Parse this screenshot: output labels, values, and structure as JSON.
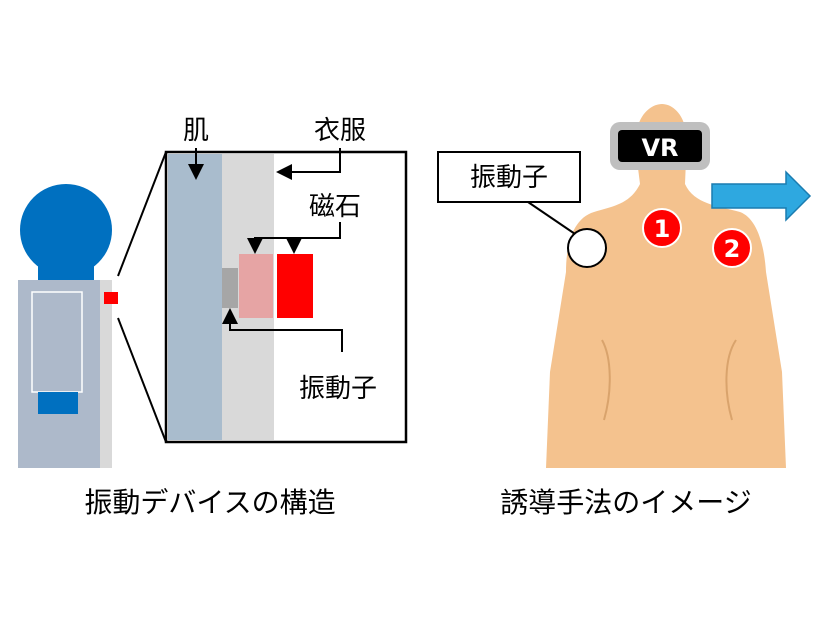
{
  "left_panel": {
    "label_skin": "肌",
    "label_clothing": "衣服",
    "label_magnet": "磁石",
    "label_vibrator": "振動子",
    "caption": "振動デバイスの構造"
  },
  "right_panel": {
    "vr_label": "VR",
    "label_vibrator": "振動子",
    "marker_1": "1",
    "marker_2": "2",
    "caption": "誘導手法のイメージ"
  },
  "colors": {
    "body_blue": "#0070c0",
    "clothing_gray": "#adb9ca",
    "skin_blue_gray": "#a9bccd",
    "layer_gray": "#d9d9d9",
    "magnet_pink": "#e6a4a4",
    "magnet_red": "#ff0000",
    "skin_tone": "#f4c28e",
    "arrow_blue": "#2ea8e0",
    "marker_red": "#ff0000"
  }
}
